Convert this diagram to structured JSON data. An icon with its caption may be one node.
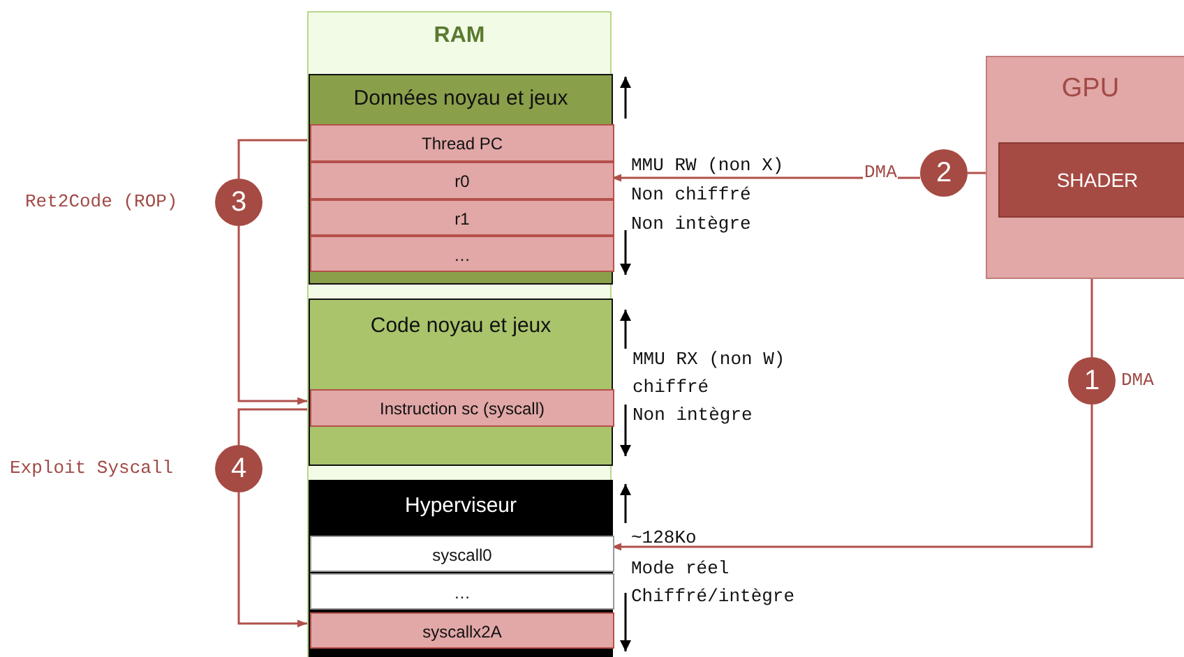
{
  "diagram": {
    "nodes": [
      {
        "text": [
          "RAM"
        ]
      },
      {
        "text": [
          "Données noyau et jeux"
        ],
        "in": 0
      },
      {
        "text": [
          "Thread PC"
        ],
        "in": 1
      },
      {
        "text": [
          "r0"
        ],
        "in": 1
      },
      {
        "text": [
          "r1"
        ],
        "in": 1
      },
      {
        "text": [
          "…"
        ],
        "in": 1
      },
      {
        "text": [
          "Code noyau et jeux"
        ],
        "in": 0
      },
      {
        "text": [
          "Instruction sc (syscall)"
        ],
        "in": 6
      },
      {
        "text": [
          "Hyperviseur"
        ],
        "in": 0
      },
      {
        "text": [
          "syscall0"
        ],
        "in": 8
      },
      {
        "text": [
          "…"
        ],
        "in": 8
      },
      {
        "text": [
          "syscallx2A"
        ],
        "in": 8
      },
      {
        "text": [
          "GPU"
        ]
      },
      {
        "text": [
          "SHADER"
        ],
        "in": 12
      },
      {
        "text": [
          "1"
        ],
        "beside": [
          "DMA"
        ]
      },
      {
        "text": [
          "2"
        ]
      },
      {
        "text": [
          "3"
        ],
        "beside": [
          "Ret2Code (ROP)"
        ]
      },
      {
        "text": [
          "4"
        ],
        "beside": [
          "Exploit Syscall"
        ]
      }
    ],
    "edges": [
      {
        "from": 13,
        "to": 15,
        "arrow": "none"
      },
      {
        "from": 15,
        "to": 3,
        "arrow": "to",
        "label": "DMA"
      },
      {
        "from": 13,
        "to": 14,
        "arrow": "none"
      },
      {
        "from": 14,
        "to": 9,
        "arrow": "to"
      },
      {
        "from": 2,
        "to": 16,
        "arrow": "none"
      },
      {
        "from": 16,
        "to": 7,
        "arrow": "to"
      },
      {
        "from": 7,
        "to": 17,
        "arrow": "none"
      },
      {
        "from": 17,
        "to": 11,
        "arrow": "to"
      }
    ],
    "labels": [
      "MMU RW (non X)",
      "Non chiffré",
      "Non intègre",
      "MMU RX (non W)",
      "chiffré",
      "Non intègre",
      "~128Ko",
      "Mode réel",
      "Chiffré/intègre"
    ]
  }
}
